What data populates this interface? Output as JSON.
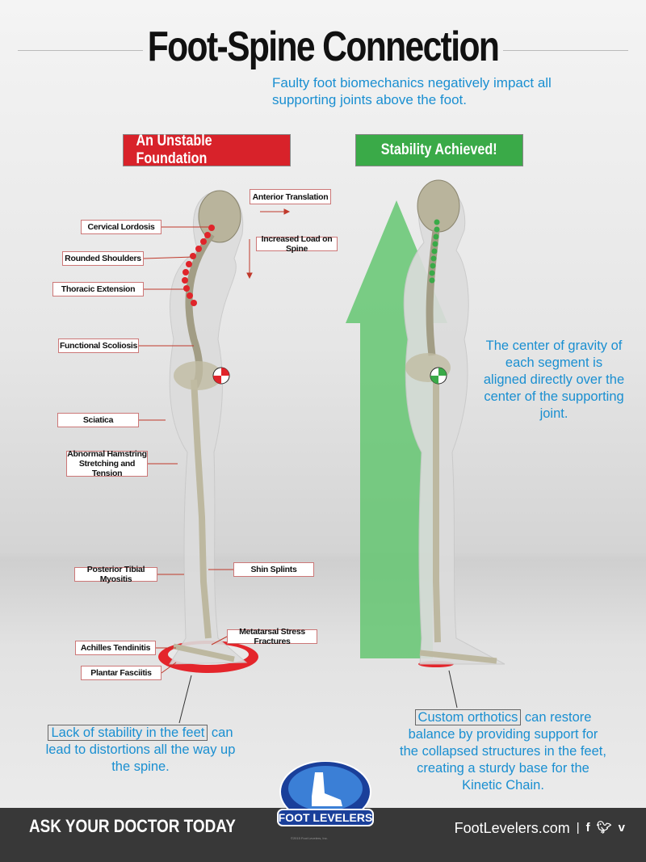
{
  "title": "Foot-Spine Connection",
  "subtitle": "Faulty foot biomechanics negatively impact all supporting joints above the foot.",
  "left_panel": {
    "banner": "An Unstable Foundation",
    "banner_color": "#d8222a",
    "labels": {
      "anterior_translation": "Anterior Translation",
      "cervical_lordosis": "Cervical Lordosis",
      "rounded_shoulders": "Rounded Shoulders",
      "thoracic_extension": "Thoracic Extension",
      "increased_load": "Increased Load on Spine",
      "functional_scoliosis": "Functional Scoliosis",
      "sciatica": "Sciatica",
      "hamstring": "Abnormal Hamstring Stretching and Tension",
      "posterior_tibial": "Posterior Tibial Myositis",
      "shin_splints": "Shin Splints",
      "metatarsal": "Metatarsal Stress Fractures",
      "achilles": "Achilles Tendinitis",
      "plantar": "Plantar Fasciitis"
    },
    "caption_boxed": "Lack of stability in the feet",
    "caption_rest": "can lead to distortions all the way up the spine."
  },
  "right_panel": {
    "banner": "Stability Achieved!",
    "banner_color": "#3aaa48",
    "description": "The center of gravity of each segment is aligned directly over the center of the supporting joint.",
    "caption_boxed": "Custom orthotics",
    "caption_rest": "can restore balance by providing support for the collapsed structures in the feet, creating a sturdy base for the Kinetic Chain."
  },
  "footer": {
    "cta": "ASK YOUR DOCTOR TODAY",
    "logo_text": "FOOT LEVELERS",
    "copyright": "©2015 Foot Levelers, Inc.",
    "website": "FootLevelers.com",
    "social_icons": [
      "facebook-icon",
      "twitter-icon",
      "vimeo-icon"
    ]
  },
  "colors": {
    "accent_blue": "#1a8fd1",
    "red": "#d8222a",
    "green": "#3aaa48",
    "footer_bg": "#383838"
  }
}
